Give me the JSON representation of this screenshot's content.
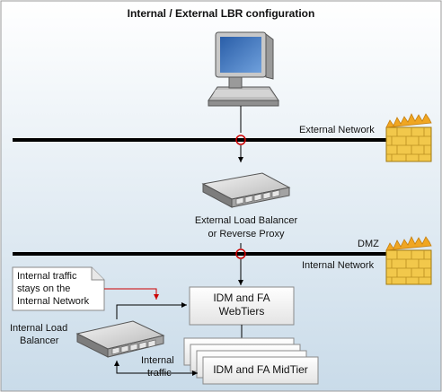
{
  "title": "Internal / External LBR configuration",
  "labels": {
    "external_network": "External Network",
    "elb_line1": "External Load Balancer",
    "elb_line2": "or Reverse Proxy",
    "dmz": "DMZ",
    "internal_network": "Internal Network",
    "note_line1": "Internal traffic",
    "note_line2": "stays on the",
    "note_line3": "Internal Network",
    "webtier_line1": "IDM and FA",
    "webtier_line2": "WebTiers",
    "ilb_line1": "Internal Load",
    "ilb_line2": "Balancer",
    "internal_traffic_line1": "Internal",
    "internal_traffic_line2": "traffic",
    "midtier": "IDM and FA MidTier"
  },
  "icons": [
    "computer-icon",
    "firewall-icon",
    "load-balancer-icon",
    "note-icon"
  ],
  "colors": {
    "background_top": "#ffffff",
    "background_bottom": "#c9dbe9",
    "network_line": "#000000",
    "junction": "#cc0000",
    "note_arrow": "#cc0000",
    "firewall": "#f2c84b",
    "box_border": "#8a8a8a"
  }
}
